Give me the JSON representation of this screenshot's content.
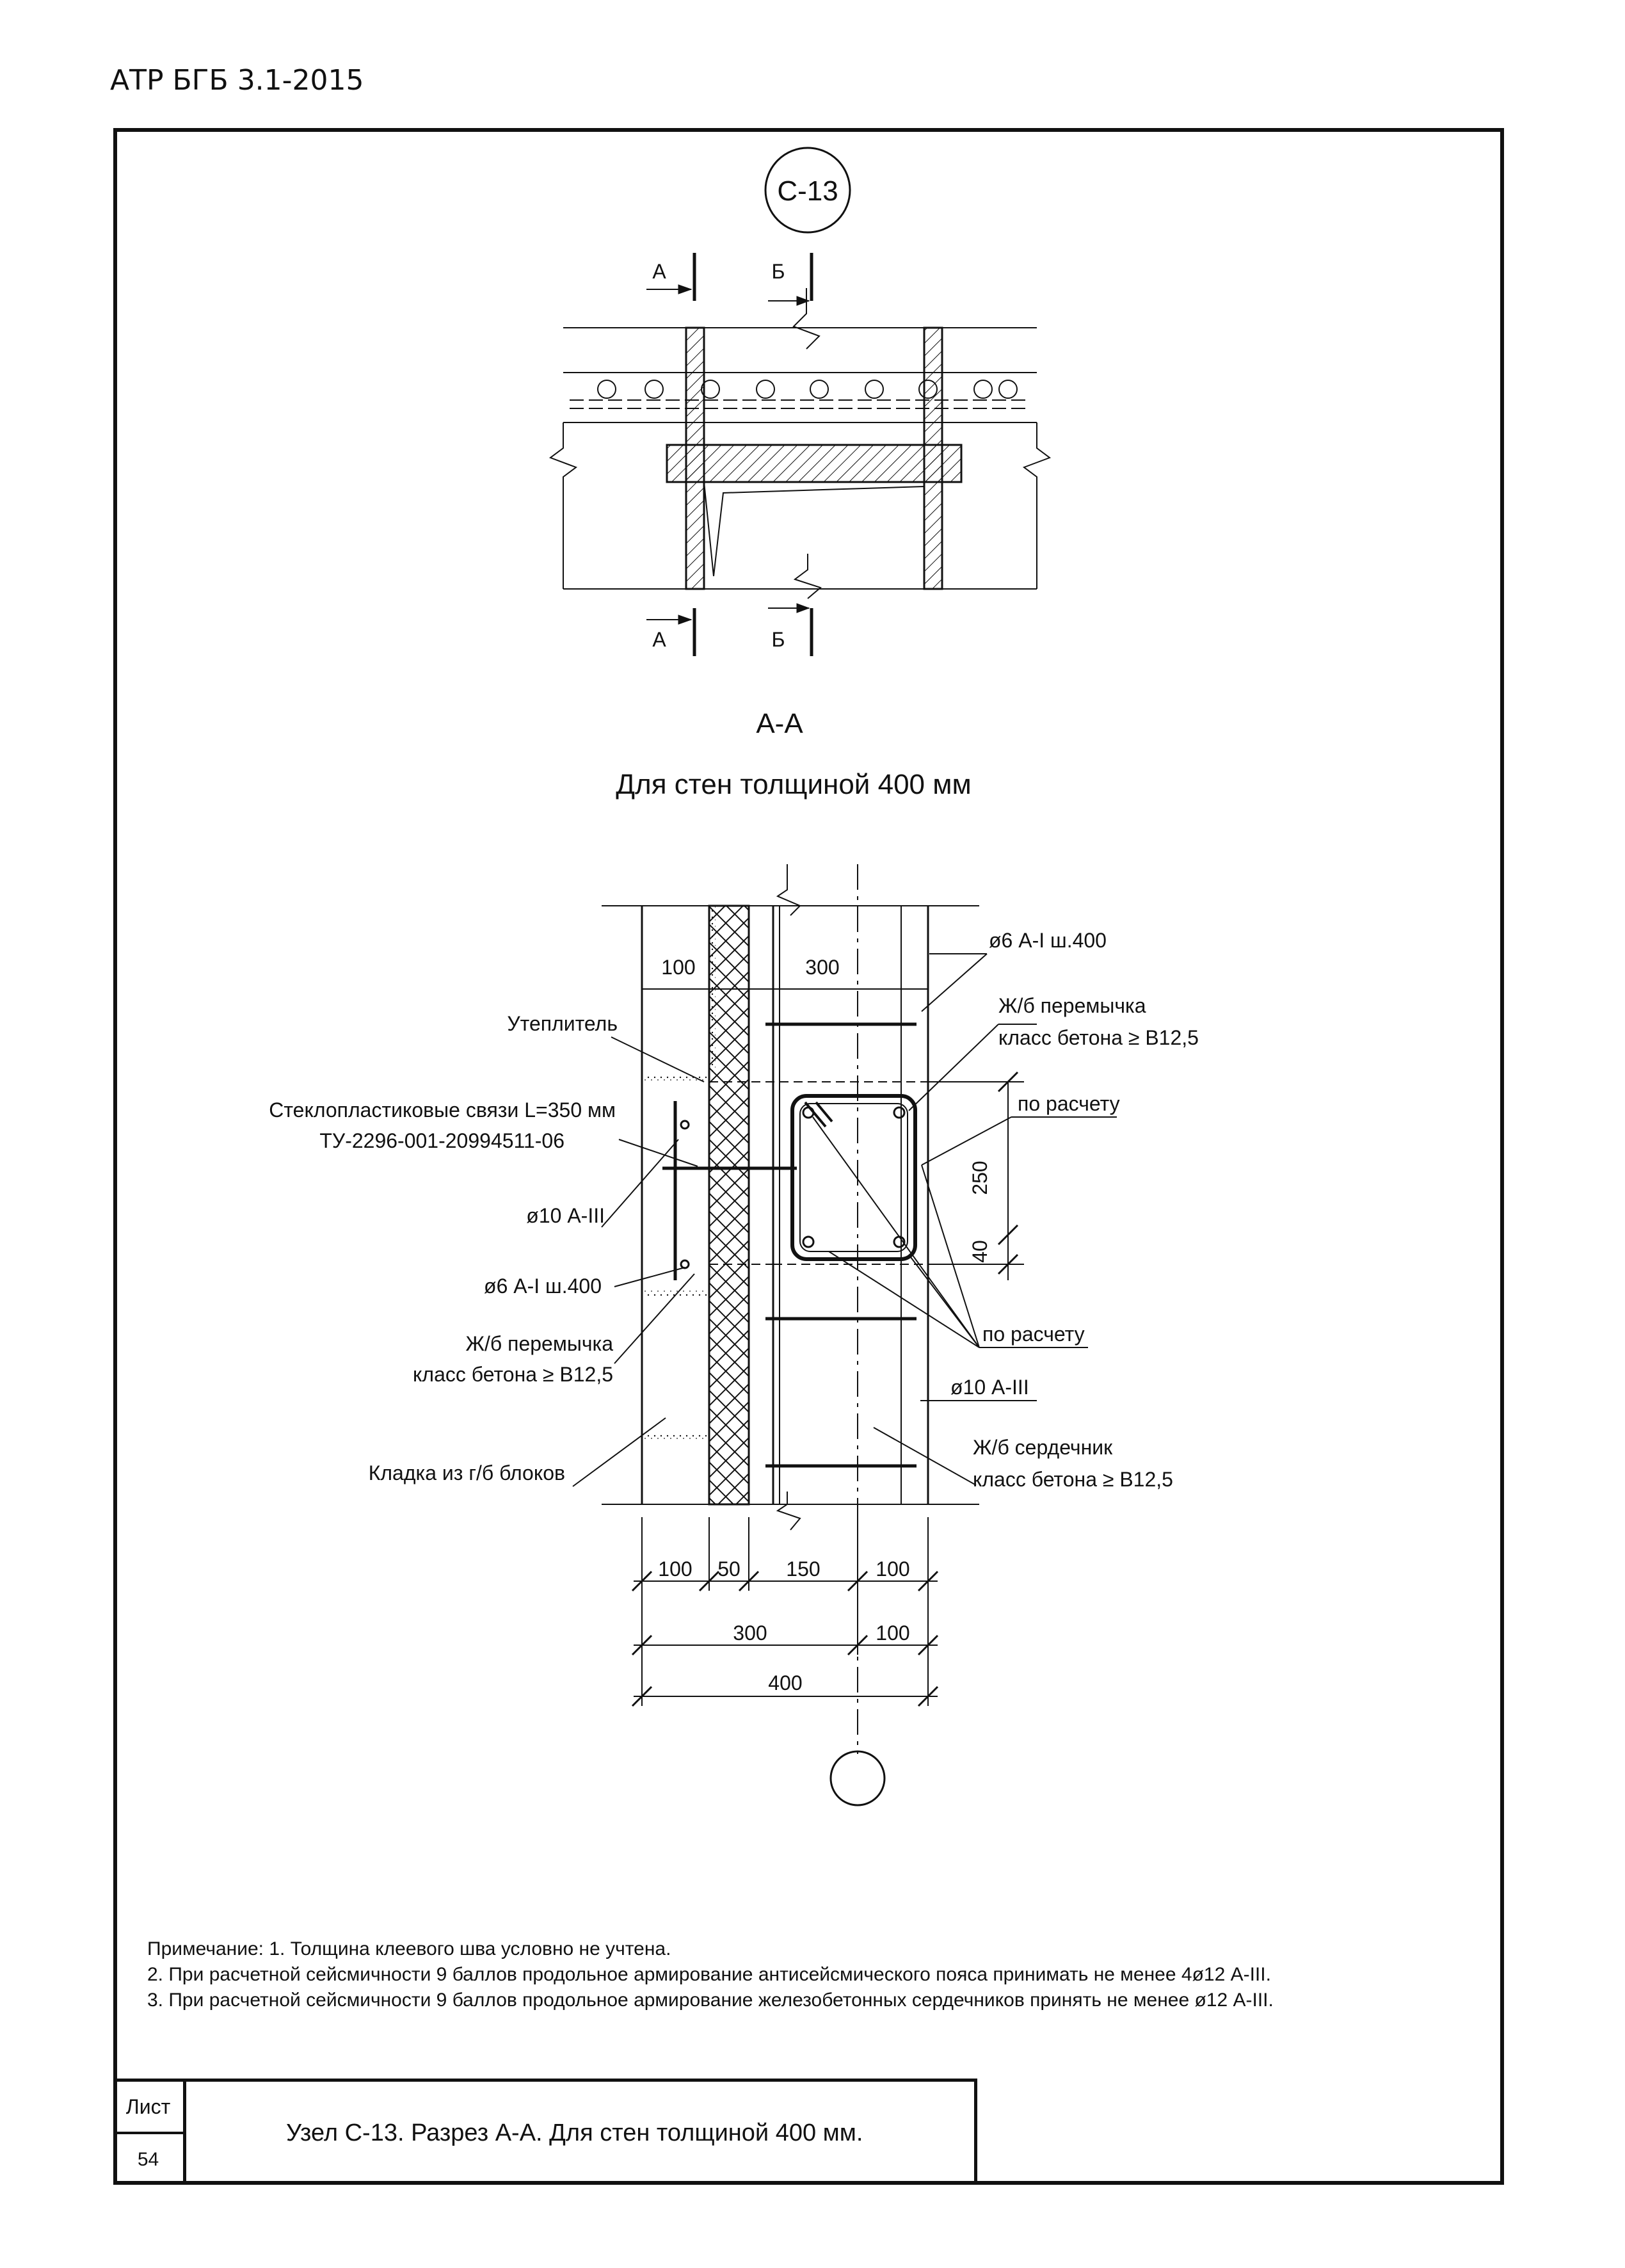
{
  "document_code": "АТР БГБ 3.1-2015",
  "node_marker": "С-13",
  "plan": {
    "cut_a_label": "А",
    "cut_b_label": "Б"
  },
  "section": {
    "title": "А-А",
    "subtitle": "Для стен толщиной 400 мм"
  },
  "labels": {
    "insulation": "Утеплитель",
    "ties_line1": "Стеклопластиковые связи  L=350 мм",
    "ties_line2": "ТУ-2296-001-20994511-06",
    "rebar_d10_left": "ø10 А-III",
    "rebar_d6_left": "ø6 А-I ш.400",
    "lintel_left_line1": "Ж/б перемычка",
    "lintel_left_line2": "класс бетона ≥ В12,5",
    "masonry": "Кладка из г/б блоков",
    "rebar_d6_right": "ø6 А-I ш.400",
    "lintel_right_line1": "Ж/б перемычка",
    "lintel_right_line2": "класс бетона ≥ В12,5",
    "by_calc_top": "по расчету",
    "by_calc_bottom": "по расчету",
    "rebar_d10_right": "ø10 А-III",
    "core_line1": "Ж/б сердечник",
    "core_line2": "класс бетона ≥ В12,5"
  },
  "dimensions": {
    "top_100": "100",
    "top_300": "300",
    "v_250": "250",
    "v_40": "40",
    "b_100a": "100",
    "b_50": "50",
    "b_150": "150",
    "b_100b": "100",
    "m_300": "300",
    "m_100": "100",
    "total_400": "400"
  },
  "notes": [
    "Примечание: 1. Толщина клеевого шва условно не учтена.",
    "2. При расчетной сейсмичности 9 баллов продольное армирование антисейсмического пояса принимать не менее 4ø12 А-III.",
    "3. При расчетной сейсмичности 9 баллов продольное армирование железобетонных сердечников принять не менее ø12 А-III."
  ],
  "title_block": {
    "sheet_label": "Лист",
    "sheet_number": "54",
    "title": "Узел С-13. Разрез А-А. Для стен толщиной 400 мм."
  }
}
